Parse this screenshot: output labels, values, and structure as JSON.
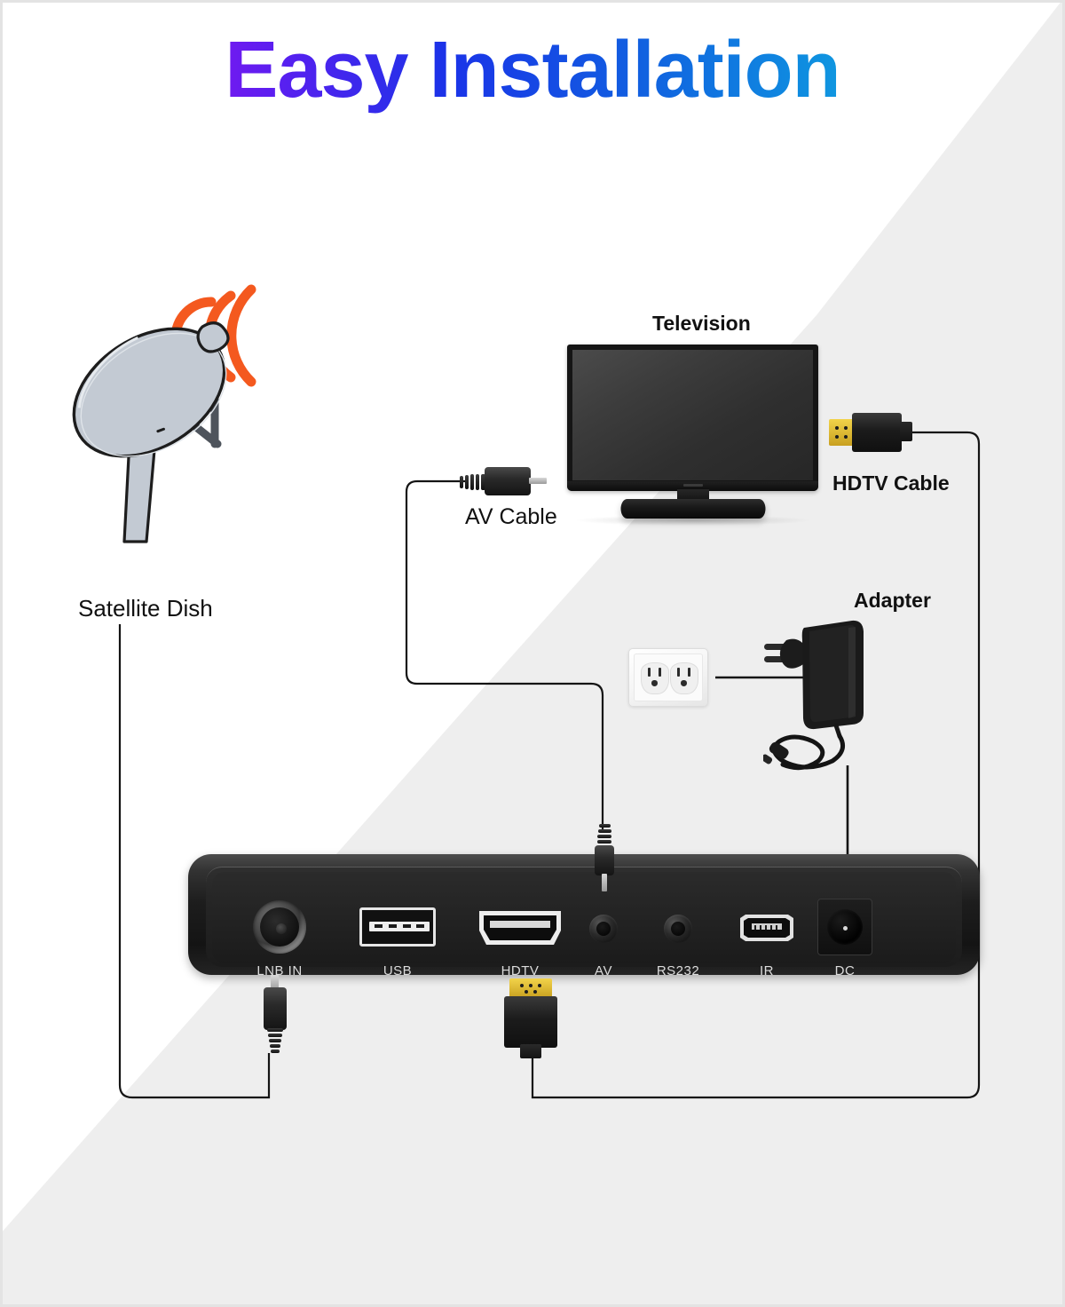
{
  "page": {
    "title": "Easy Installation",
    "background_color": "#ffffff",
    "band_color": "#eeeeee",
    "title_gradient": [
      "#c800e8",
      "#5a1ff0",
      "#1a33e8",
      "#0f8ee0",
      "#1ed0e8"
    ]
  },
  "devices": {
    "satellite_dish": {
      "label": "Satellite Dish",
      "dish_color": "#c3cad3",
      "signal_color": "#f4591f",
      "bold": false
    },
    "television": {
      "label": "Television",
      "bold": true
    },
    "hdtv_cable": {
      "label": "HDTV Cable",
      "bold": true,
      "connector_gold": "#e8c544"
    },
    "av_cable": {
      "label": "AV Cable",
      "bold": false
    },
    "adapter": {
      "label": "Adapter",
      "bold": true
    },
    "wall_outlet": {
      "label": ""
    }
  },
  "set_top_box": {
    "ports": [
      {
        "id": "lnb-in",
        "label": "LNB IN",
        "type": "coaxial"
      },
      {
        "id": "usb",
        "label": "USB",
        "type": "usb-a"
      },
      {
        "id": "hdtv",
        "label": "HDTV",
        "type": "hdmi"
      },
      {
        "id": "av",
        "label": "AV",
        "type": "jack-3.5mm"
      },
      {
        "id": "rs232",
        "label": "RS232",
        "type": "jack-3.5mm"
      },
      {
        "id": "ir",
        "label": "IR",
        "type": "mini-usb"
      },
      {
        "id": "dc",
        "label": "DC",
        "type": "dc-barrel"
      }
    ]
  },
  "connections": [
    {
      "from": "satellite-dish",
      "to": "lnb-in"
    },
    {
      "from": "av-cable",
      "to": "av"
    },
    {
      "from": "hdtv-cable",
      "to": "hdtv"
    },
    {
      "from": "adapter",
      "to": "dc"
    },
    {
      "from": "adapter",
      "to": "wall-outlet"
    }
  ]
}
